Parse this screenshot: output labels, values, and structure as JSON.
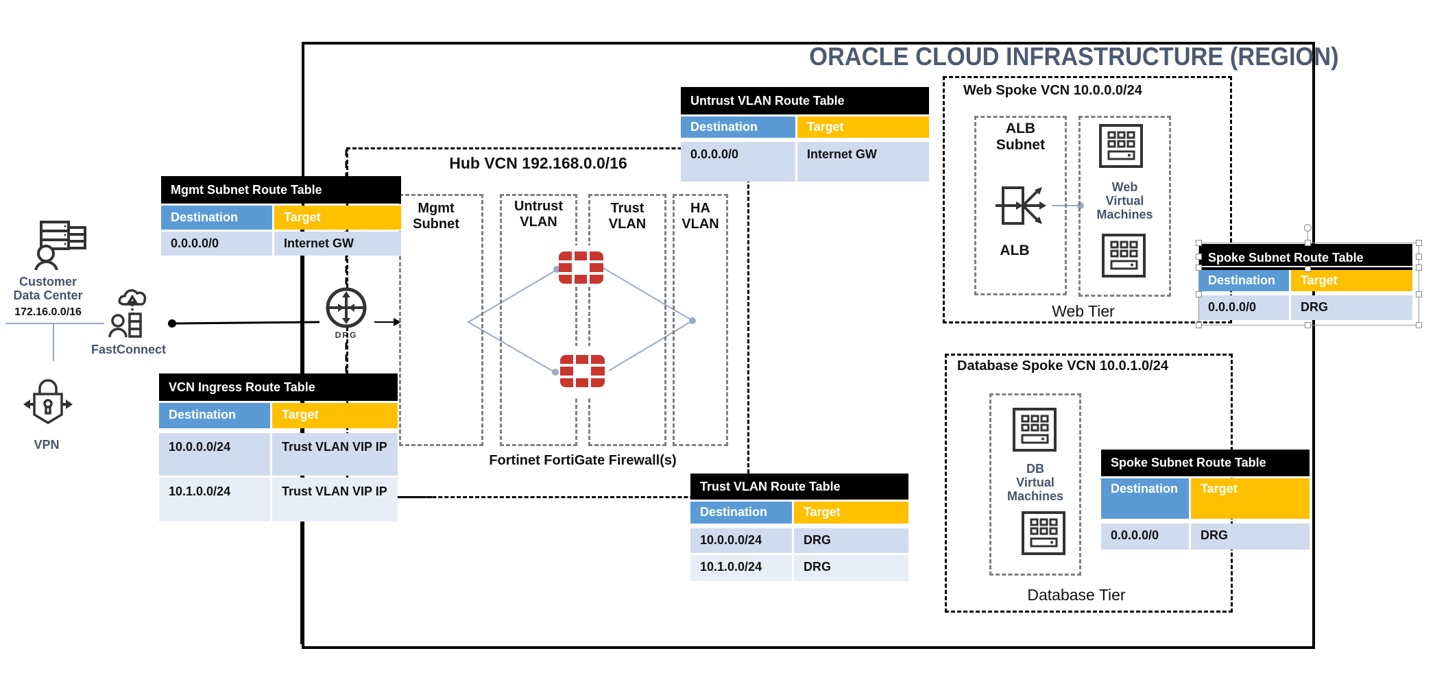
{
  "region": {
    "title": "ORACLE CLOUD INFRASTRUCTURE (REGION)"
  },
  "customer": {
    "name_line1": "Customer",
    "name_line2": "Data Center",
    "cidr": "172.16.0.0/16",
    "icon": "customer-datacenter-icon"
  },
  "fastconnect": {
    "label": "FastConnect",
    "icon": "fastconnect-icon"
  },
  "vpn": {
    "label": "VPN",
    "icon": "vpn-lock-icon"
  },
  "drg": {
    "label": "DRG",
    "icon": "router-icon"
  },
  "hub": {
    "title": "Hub VCN 192.168.0.0/16",
    "subnets": [
      {
        "line1": "Mgmt",
        "line2": "Subnet"
      },
      {
        "line1": "Untrust",
        "line2": "VLAN"
      },
      {
        "line1": "Trust",
        "line2": "VLAN"
      },
      {
        "line1": "HA",
        "line2": "VLAN"
      }
    ],
    "firewall_caption": "Fortinet FortiGate Firewall(s)",
    "firewall_icon": "fortigate-icon"
  },
  "web_spoke": {
    "title": "Web Spoke VCN 10.0.0.0/24",
    "alb_subnet_line1": "ALB",
    "alb_subnet_line2": "Subnet",
    "alb_label": "ALB",
    "vm_line1": "Web",
    "vm_line2": "Virtual",
    "vm_line3": "Machines",
    "tier": "Web Tier"
  },
  "db_spoke": {
    "title": "Database Spoke VCN 10.0.1.0/24",
    "vm_line1": "DB",
    "vm_line2": "Virtual",
    "vm_line3": "Machines",
    "tier": "Database Tier"
  },
  "route_tables": {
    "mgmt": {
      "title": "Mgmt Subnet Route Table",
      "col_dest": "Destination",
      "col_target": "Target",
      "rows": [
        {
          "dest": "0.0.0.0/0",
          "target": "Internet GW"
        }
      ]
    },
    "ingress": {
      "title": "VCN Ingress Route Table",
      "col_dest": "Destination",
      "col_target": "Target",
      "rows": [
        {
          "dest": "10.0.0.0/24",
          "target": "Trust VLAN VIP IP"
        },
        {
          "dest": "10.1.0.0/24",
          "target": "Trust VLAN VIP IP"
        }
      ]
    },
    "untrust": {
      "title": "Untrust VLAN Route Table",
      "col_dest": "Destination",
      "col_target": "Target",
      "rows": [
        {
          "dest": "0.0.0.0/0",
          "target": "Internet GW"
        }
      ]
    },
    "trust": {
      "title": "Trust VLAN Route Table",
      "col_dest": "Destination",
      "col_target": "Target",
      "rows": [
        {
          "dest": "10.0.0.0/24",
          "target": "DRG"
        },
        {
          "dest": "10.1.0.0/24",
          "target": "DRG"
        }
      ]
    },
    "spoke_web": {
      "title": "Spoke Subnet Route Table",
      "col_dest": "Destination",
      "col_target": "Target",
      "rows": [
        {
          "dest": "0.0.0.0/0",
          "target": "DRG"
        }
      ]
    },
    "spoke_db": {
      "title": "Spoke Subnet Route Table",
      "col_dest": "Destination",
      "col_target": "Target",
      "rows": [
        {
          "dest": "0.0.0.0/0",
          "target": "DRG"
        }
      ]
    }
  },
  "colors": {
    "header_dest": "#5b9bd5",
    "header_target": "#ffc000",
    "row_primary": "#cfdcee",
    "row_alt": "#e8eef7",
    "title_slate": "#4a5a70",
    "firewall_red": "#c9362e",
    "connector": "#9aabc3"
  }
}
